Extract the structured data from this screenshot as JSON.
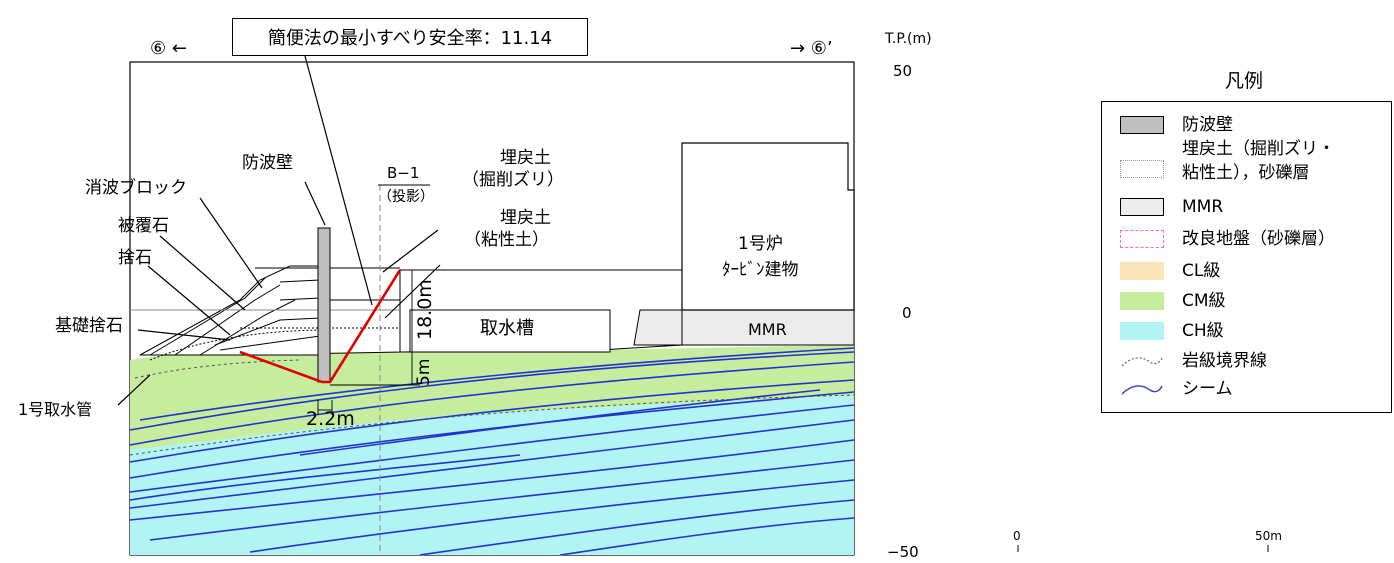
{
  "callout": "簡便法の最小すべり安全率：11.14",
  "section_left": "⑥ ←",
  "section_right": "→ ⑥’",
  "tp_unit": "T.P.(m)",
  "elev_top": "50",
  "elev_mid": "0",
  "elev_bottom": "−50",
  "labels": {
    "seawall": "防波壁",
    "wave_block": "消波ブロック",
    "armor_stone": "被覆石",
    "rubble": "捨石",
    "base_rubble": "基礎捨石",
    "intake_pipe": "1号取水管",
    "borehole": "B−1",
    "borehole_note": "（投影）",
    "fill_excavated_1": "埋戻土",
    "fill_excavated_2": "（掘削ズリ）",
    "fill_clay_1": "埋戻土",
    "fill_clay_2": "（粘性土）",
    "intake_tank": "取水槽",
    "reactor_1": "1号炉",
    "reactor_2": "ﾀｰﾋﾞﾝ建物",
    "mmr": "MMR",
    "dim_18": "18.0m",
    "dim_5": "5m",
    "dim_22": "2.2m"
  },
  "scale": {
    "zero": "0",
    "fifty": "50m"
  },
  "legend": {
    "title": "凡例",
    "items": [
      {
        "label": "防波壁",
        "color": "#bfbfbf"
      },
      {
        "label": "埋戻土（掘削ズリ・",
        "label2": "粘性土），砂礫層",
        "color": "#ffffff"
      },
      {
        "label": "MMR",
        "color": "#ececec"
      },
      {
        "label": "改良地盤（砂礫層）",
        "color": "#ff66cc"
      },
      {
        "label": "CL級",
        "color": "#fbe5b6"
      },
      {
        "label": "CM級",
        "color": "#c6ec9e"
      },
      {
        "label": "CH級",
        "color": "#b2f4f4"
      },
      {
        "label": "岩級境界線",
        "color": "#666666"
      },
      {
        "label": "シーム",
        "color": "#3344cc"
      }
    ]
  },
  "colors": {
    "ch": "#b2f4f4",
    "cm": "#c6ec9e",
    "seam": "#2233cc",
    "slip": "#e00000",
    "wall": "#bfbfbf"
  }
}
